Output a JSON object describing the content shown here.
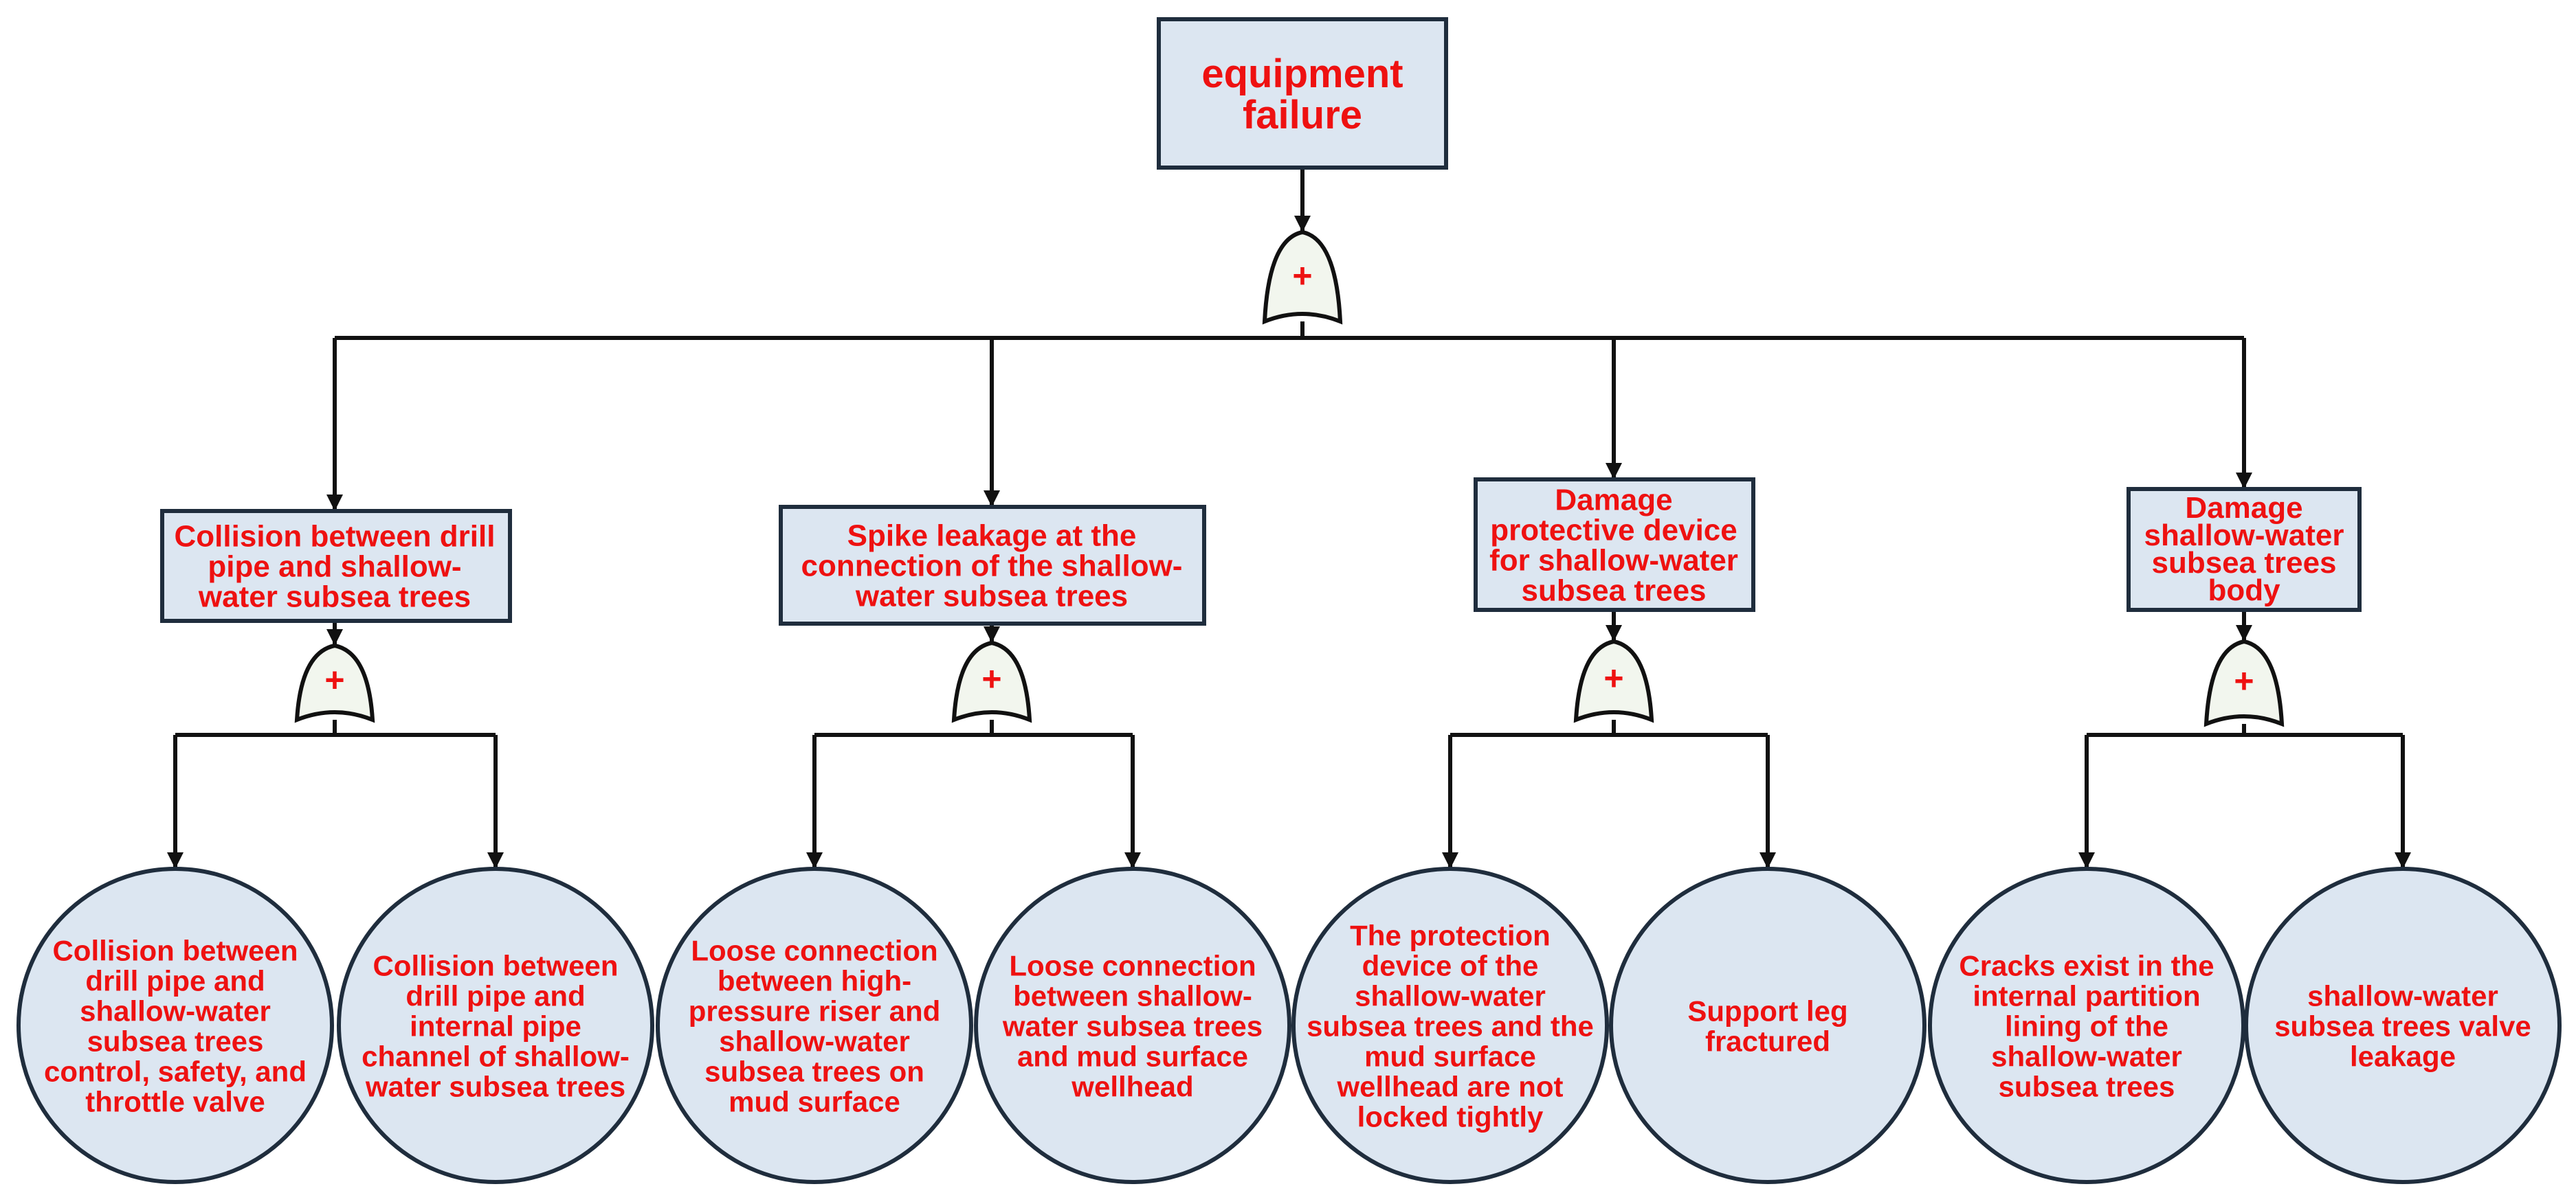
{
  "top_event": {
    "label_lines": [
      "equipment",
      "failure"
    ]
  },
  "gate_symbol": "+",
  "intermediate_events": [
    {
      "label_lines": [
        "Collision between drill",
        "pipe and shallow-",
        "water subsea trees"
      ],
      "basic_events": [
        {
          "label_lines": [
            "Collision between",
            "drill pipe and",
            "shallow-water",
            "subsea trees",
            "control, safety, and",
            "throttle valve"
          ]
        },
        {
          "label_lines": [
            "Collision between",
            "drill pipe and",
            "internal pipe",
            "channel of shallow-",
            "water subsea trees"
          ]
        }
      ]
    },
    {
      "label_lines": [
        "Spike leakage at the",
        "connection of the shallow-",
        "water subsea trees"
      ],
      "basic_events": [
        {
          "label_lines": [
            "Loose connection",
            "between high-",
            "pressure riser and",
            "shallow-water",
            "subsea trees on",
            "mud surface"
          ]
        },
        {
          "label_lines": [
            "Loose connection",
            "between shallow-",
            "water subsea trees",
            "and mud surface",
            "wellhead"
          ]
        }
      ]
    },
    {
      "label_lines": [
        "Damage",
        "protective device",
        "for shallow-water",
        "subsea trees"
      ],
      "basic_events": [
        {
          "label_lines": [
            "The protection",
            "device of the",
            "shallow-water",
            "subsea trees and the",
            "mud surface",
            "wellhead are not",
            "locked tightly"
          ]
        },
        {
          "label_lines": [
            "Support leg",
            "fractured"
          ]
        }
      ]
    },
    {
      "label_lines": [
        "Damage",
        "shallow-water",
        "subsea trees",
        "body"
      ],
      "basic_events": [
        {
          "label_lines": [
            "Cracks exist in the",
            "internal partition",
            "lining of the",
            "shallow-water",
            "subsea trees"
          ]
        },
        {
          "label_lines": [
            "shallow-water",
            "subsea trees valve",
            "leakage"
          ]
        }
      ]
    }
  ],
  "colors": {
    "node_fill": "#dce6f1",
    "node_border": "#1f2d3d",
    "label_text": "#ee1111",
    "gate_fill": "#f2f6ee",
    "connector": "#111111"
  }
}
